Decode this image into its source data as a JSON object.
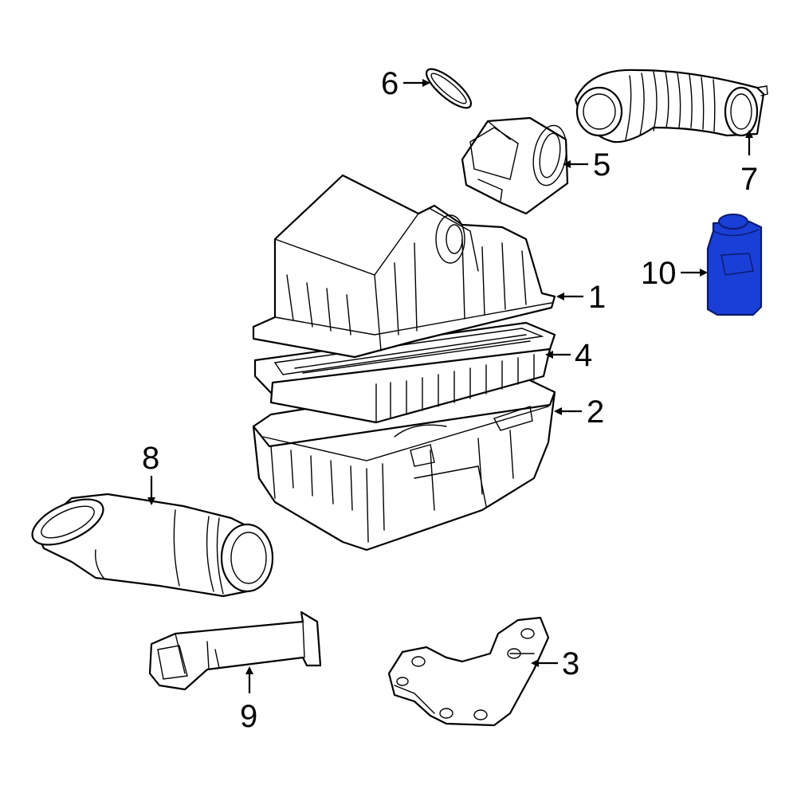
{
  "callouts": [
    {
      "id": "1",
      "label": "1"
    },
    {
      "id": "2",
      "label": "2"
    },
    {
      "id": "3",
      "label": "3"
    },
    {
      "id": "4",
      "label": "4"
    },
    {
      "id": "5",
      "label": "5"
    },
    {
      "id": "6",
      "label": "6"
    },
    {
      "id": "7",
      "label": "7"
    },
    {
      "id": "8",
      "label": "8"
    },
    {
      "id": "9",
      "label": "9"
    },
    {
      "id": "10",
      "label": "10"
    }
  ],
  "colors": {
    "line": "#000000",
    "background": "#ffffff",
    "highlight_fill": "#1a3fd6",
    "highlight_stroke": "#0a1a6e"
  },
  "highlighted_part": "10"
}
